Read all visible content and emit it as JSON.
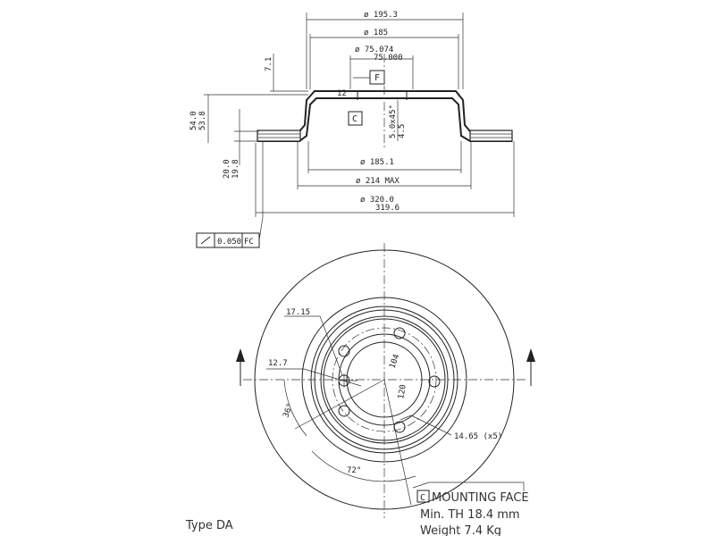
{
  "dimensions": {
    "d_195": "ø 195.3",
    "d_185": "ø 185",
    "d_75_top": "ø  75.074",
    "d_75_bot": "75.000",
    "h_7_1": "7.1",
    "h_54_0": "54.0",
    "h_53_8": "53.8",
    "h_5_0": "5.0x45°",
    "h_4_5": "4.5",
    "h_20_0": "20.0",
    "h_19_8": "19.8",
    "d_185_1": "ø 185.1",
    "d_214": "ø 214 MAX",
    "d_320_top": "ø  320.0",
    "d_320_bot": "319.6",
    "r_12": "12"
  },
  "datums": {
    "f_box": "F",
    "c_box": "C",
    "runout_value": "0.050",
    "runout_ref": "FC"
  },
  "front_view": {
    "d_17_15": "17.15",
    "d_12_7": "12.7",
    "a_36": "36°",
    "a_72": "72°",
    "d_104": "104",
    "d_120": "120",
    "d_14_65": "14.65 (x5)"
  },
  "notes": {
    "mounting_box": "C",
    "mounting_face": "MOUNTING FACE",
    "min_th": "Min. TH 18.4 mm",
    "weight": "Weight  7.4  Kg",
    "type": "Type DA"
  }
}
